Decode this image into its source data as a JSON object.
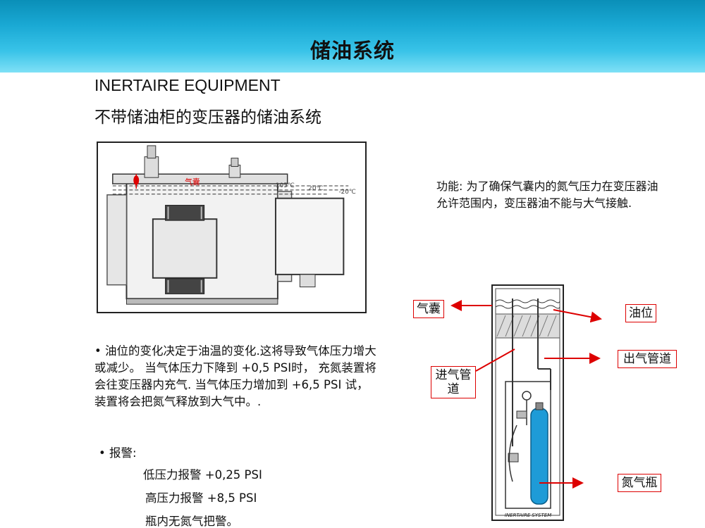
{
  "header": {
    "title": "储油系统"
  },
  "subtitle": {
    "english": "INERTAIRE EQUIPMENT",
    "chinese": "不带储油柜的变压器的储油系统"
  },
  "transformer_figure": {
    "bag_label": "气囊",
    "temp_high": "105℃",
    "temp_mid": "20℃",
    "temp_low": "-20℃"
  },
  "function_text": "功能: 为了确保气囊内的氮气压力在变压器油允许范围内，变压器油不能与大气接触.",
  "bullet_oil": "• 油位的变化决定于油温的变化.这将导致气体压力增大或减少。 当气体压力下降到 +0,5 PSI时， 充氮装置将会往变压器内充气. 当气体压力增加到 +6,5 PSI 试，装置将会把氮气释放到大气中。.",
  "alarm": {
    "heading": "• 报警:",
    "low": "低压力报警 +0,25 PSI",
    "high": "高压力报警 +8,5 PSI",
    "empty": "瓶内无氮气把警。"
  },
  "system_figure": {
    "caption": "INERTAIRE SYSTEM"
  },
  "callouts": {
    "bag": "气囊",
    "oil_level": "油位",
    "outlet_pipe": "出气管道",
    "inlet_pipe": "进气管道",
    "nitrogen_bottle": "氮气瓶"
  },
  "colors": {
    "banner_top": "#0a8fb8",
    "banner_bottom": "#7fe0f6",
    "callout_red": "#dd0000",
    "bottle_blue": "#1e9bd7"
  }
}
